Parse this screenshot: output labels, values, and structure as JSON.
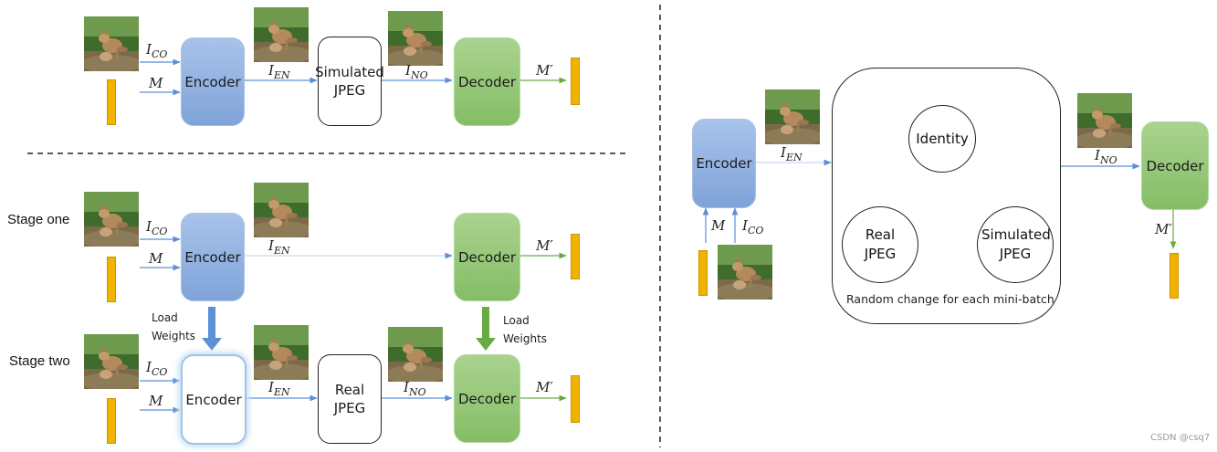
{
  "colors": {
    "encoder": "#8fb0df",
    "decoder": "#96c878",
    "message_bar": "#f0b400",
    "arrow_blue": "#5b8fd6",
    "arrow_green": "#6aaa45"
  },
  "labels": {
    "encoder": "Encoder",
    "decoder": "Decoder",
    "simulated_jpeg": "Simulated JPEG",
    "real_jpeg": "Real JPEG",
    "identity": "Identity",
    "load_weights": "Load Weights",
    "stage_one": "Stage one",
    "stage_two": "Stage two",
    "random_change": "Random change for each mini-batch",
    "watermark": "CSDN @csq7"
  },
  "symbols": {
    "i_co": {
      "base": "I",
      "sub": "CO"
    },
    "i_en": {
      "base": "I",
      "sub": "EN"
    },
    "i_no": {
      "base": "I",
      "sub": "NO"
    },
    "m": "M",
    "m_prime": "M′"
  }
}
